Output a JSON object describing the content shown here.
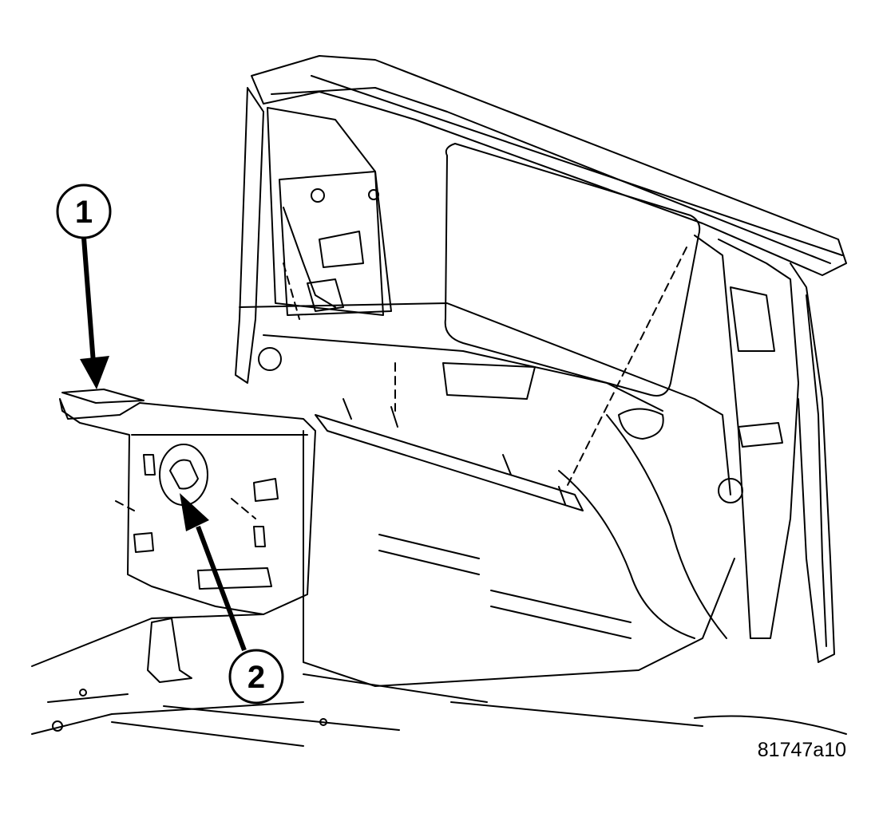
{
  "callouts": [
    {
      "id": "callout-1",
      "label": "1"
    },
    {
      "id": "callout-2",
      "label": "2"
    }
  ],
  "figure_id": "81747a10",
  "colors": {
    "ink": "#000000",
    "paper": "#ffffff"
  }
}
